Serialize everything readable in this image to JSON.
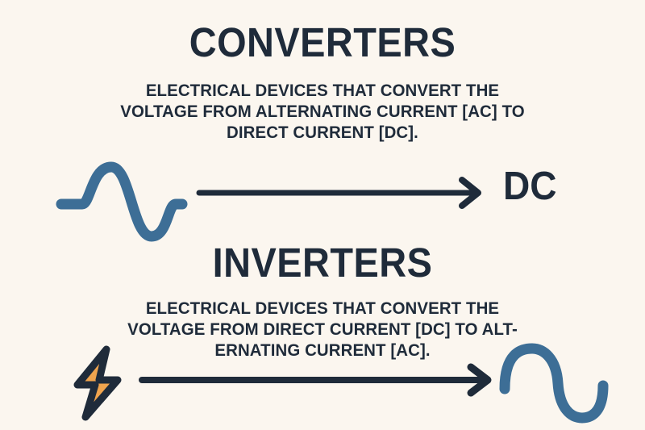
{
  "colors": {
    "background": "#FBF6EF",
    "ink": "#1F2B3A",
    "wave_blue": "#3D6E96",
    "bolt_amber": "#F0A44E"
  },
  "sections": [
    {
      "id": "converters",
      "title": "CONVERTERS",
      "description_lines": [
        "ELECTRICAL DEVICES THAT CONVERT THE",
        "VOLTAGE FROM ALTERNATING CURRENT [AC] TO",
        "DIRECT CURRENT [DC]."
      ],
      "flow": {
        "source_icon": "ac-sine-wave-icon",
        "arrow": "right-arrow-icon",
        "target_label": "DC"
      }
    },
    {
      "id": "inverters",
      "title": "INVERTERS",
      "description_lines": [
        "ELECTRICAL DEVICES THAT CONVERT THE",
        "VOLTAGE FROM DIRECT CURRENT [DC] TO ALT-",
        "ERNATING CURRENT [AC]."
      ],
      "flow": {
        "source_icon": "lightning-bolt-icon",
        "arrow": "right-arrow-icon",
        "target_icon": "ac-sine-wave-icon"
      }
    }
  ]
}
